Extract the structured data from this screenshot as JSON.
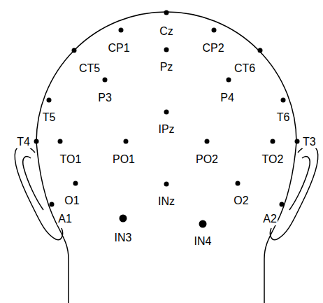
{
  "diagram": {
    "labels": [
      "Cz",
      "CP1",
      "CP2",
      "Pz",
      "CT5",
      "CT6",
      "P3",
      "P4",
      "T5",
      "T6",
      "IPz",
      "T4",
      "TO1",
      "PO1",
      "PO2",
      "TO2",
      "T3",
      "O1",
      "INz",
      "O2",
      "A1",
      "A2",
      "IN3",
      "IN4"
    ]
  }
}
